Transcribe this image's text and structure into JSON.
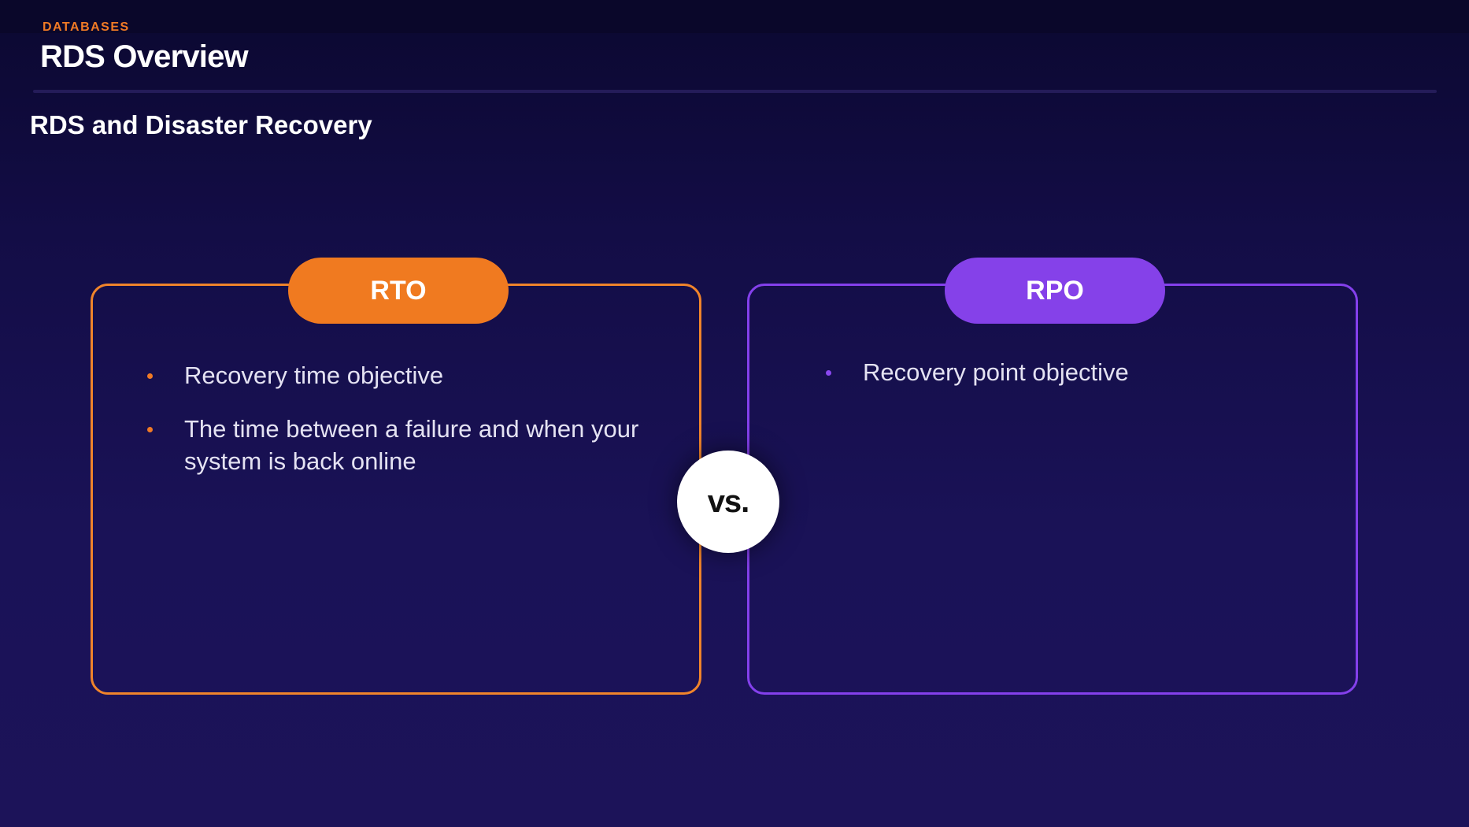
{
  "header": {
    "category": "DATABASES",
    "title": "RDS Overview"
  },
  "section": {
    "title": "RDS and Disaster Recovery"
  },
  "cards": {
    "left": {
      "label": "RTO",
      "accent_color": "#f07a20",
      "bullets": [
        "Recovery time objective",
        "The time between a failure and when your system is back online"
      ]
    },
    "right": {
      "label": "RPO",
      "accent_color": "#8541e9",
      "bullets": [
        "Recovery point objective"
      ]
    }
  },
  "versus": {
    "label": "vs."
  }
}
